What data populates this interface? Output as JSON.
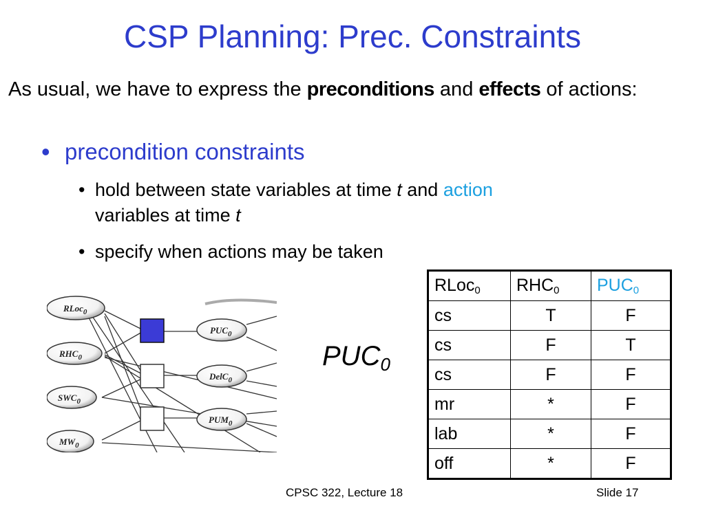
{
  "title": "CSP Planning: Prec. Constraints",
  "intro": {
    "part1": "As usual, we have to express the ",
    "bold1": "preconditions",
    "part2": " and ",
    "bold2": "effects",
    "part3": " of actions:"
  },
  "bullet": "precondition constraints",
  "sub1": {
    "part1": "hold between state variables at time ",
    "t1": "t",
    "part2": " and ",
    "action": "action",
    "part3": " variables at  time ",
    "t2": "t"
  },
  "sub2": "specify when actions may be taken",
  "graph": {
    "nodes": [
      {
        "base": "RLoc",
        "sub": "0"
      },
      {
        "base": "RHC",
        "sub": "0"
      },
      {
        "base": "SWC",
        "sub": "0"
      },
      {
        "base": "MW",
        "sub": "0"
      },
      {
        "base": "PUC",
        "sub": "0"
      },
      {
        "base": "DelC",
        "sub": "0"
      },
      {
        "base": "PUM",
        "sub": "0"
      }
    ],
    "highlight_color": "#3b3bd6"
  },
  "puc_label": {
    "base": "PUC",
    "sub": "0"
  },
  "table": {
    "headers": [
      {
        "base": "RLoc",
        "sub": "0"
      },
      {
        "base": "RHC",
        "sub": "0"
      },
      {
        "base": "PUC",
        "sub": "0"
      }
    ],
    "rows": [
      [
        "cs",
        "T",
        "F"
      ],
      [
        "cs",
        "F",
        "T"
      ],
      [
        "cs",
        "F",
        "F"
      ],
      [
        "mr",
        "*",
        "F"
      ],
      [
        "lab",
        "*",
        "F"
      ],
      [
        "off",
        "*",
        "F"
      ]
    ]
  },
  "footer": {
    "left": "CPSC 322, Lecture 18",
    "right": "Slide 17"
  },
  "colors": {
    "title": "#2d3ccc",
    "action": "#1ca0e0"
  }
}
